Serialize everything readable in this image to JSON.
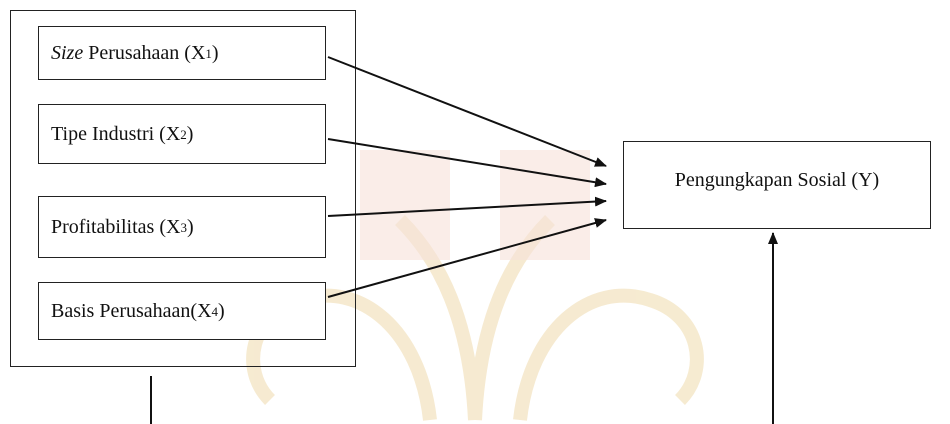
{
  "independent_variables": [
    {
      "italic_prefix": "Size",
      "label": "Perusahaan (X",
      "subscript": "1",
      "suffix": ")"
    },
    {
      "italic_prefix": "",
      "label": "Tipe Industri (X",
      "subscript": "2",
      "suffix": ")"
    },
    {
      "italic_prefix": "",
      "label": "Profitabilitas (X",
      "subscript": "3",
      "suffix": ")"
    },
    {
      "italic_prefix": "",
      "label": "Basis Perusahaan(X",
      "subscript": "4",
      "suffix": ")"
    }
  ],
  "dependent_variable": {
    "label": "Pengungkapan Sosial (Y)"
  },
  "colors": {
    "line": "#111111",
    "watermark": "#f3e4c2"
  }
}
